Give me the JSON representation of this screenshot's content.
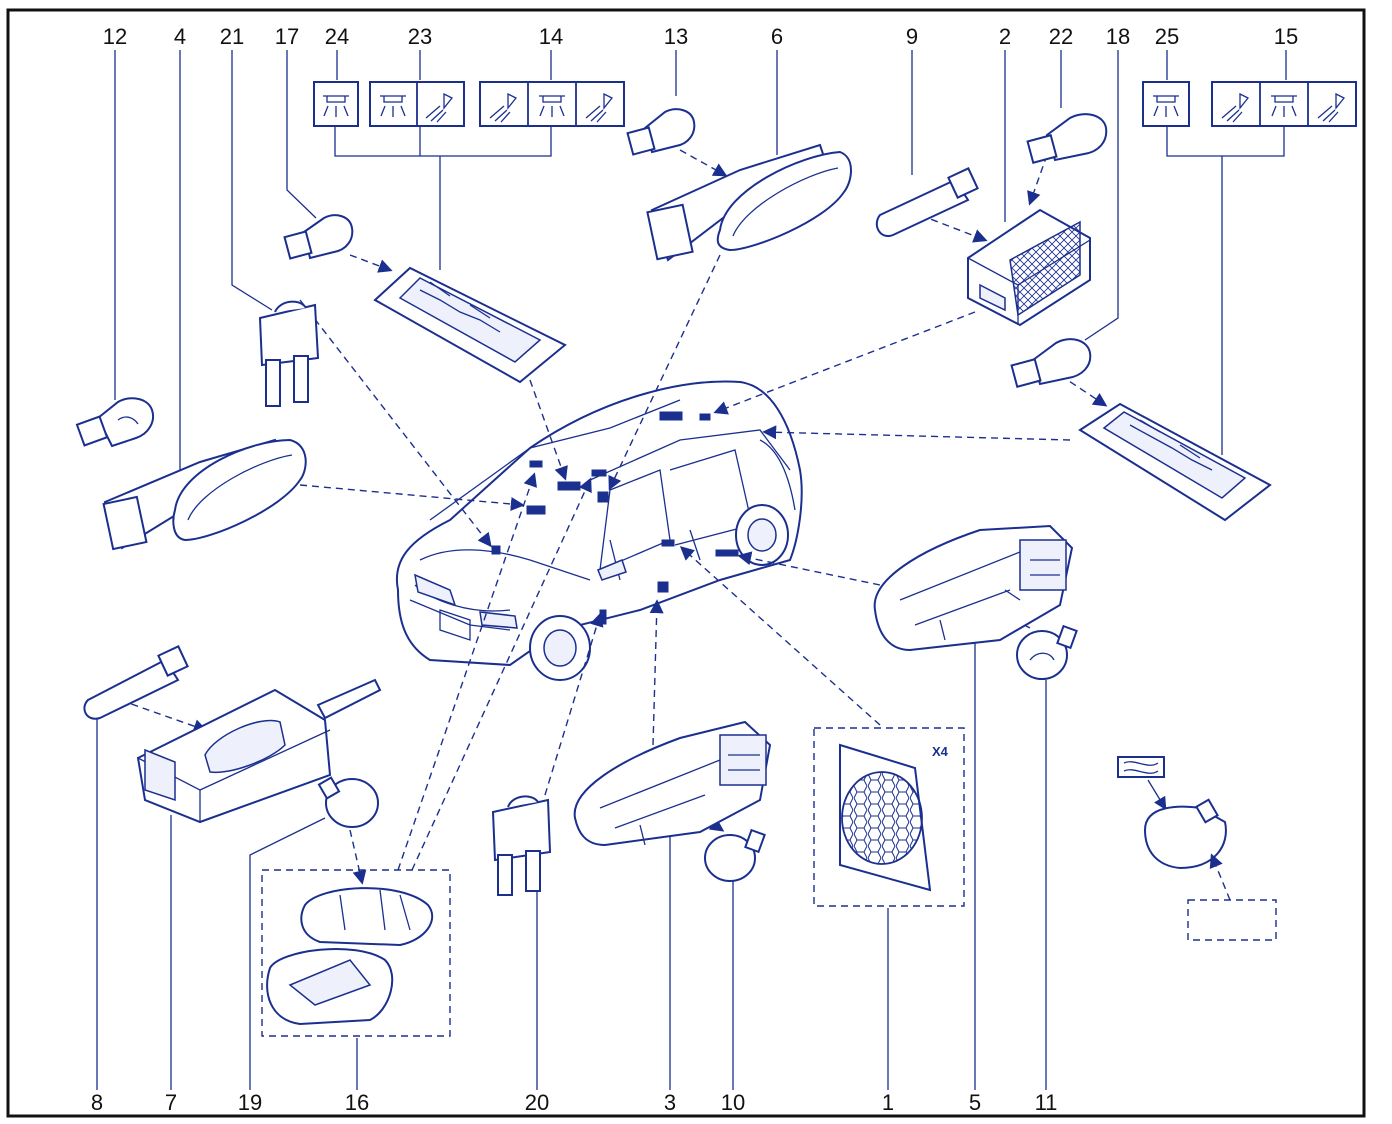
{
  "figure": {
    "labels_top": [
      "12",
      "4",
      "21",
      "17",
      "24",
      "23",
      "14",
      "13",
      "6",
      "9",
      "2",
      "22",
      "18",
      "25",
      "15"
    ],
    "labels_bottom": [
      "8",
      "7",
      "19",
      "16",
      "20",
      "3",
      "10",
      "1",
      "5",
      "11"
    ],
    "multiplier": "X4"
  },
  "colors": {
    "line": "#1b2f8f",
    "frame": "#111111",
    "text": "#111111"
  },
  "icons": [
    "dome-light-icon",
    "spot-light-icon"
  ]
}
